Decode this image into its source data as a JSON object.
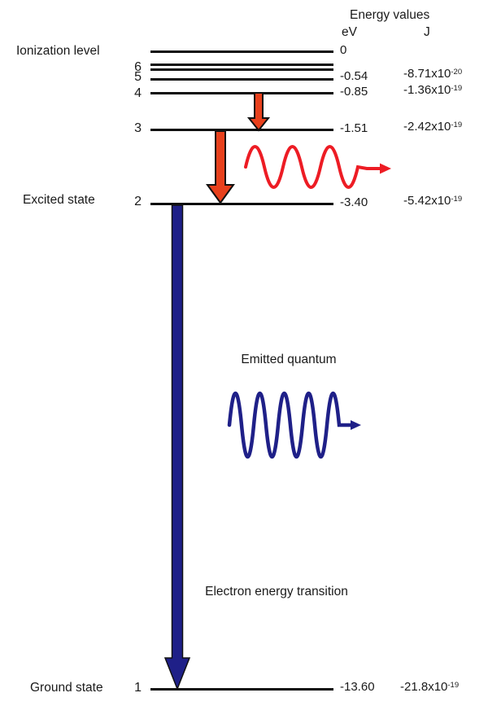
{
  "header": {
    "title": "Energy values",
    "col_ev": "eV",
    "col_j": "J"
  },
  "left_labels": {
    "ionization": "Ionization level",
    "excited": "Excited state",
    "ground": "Ground state"
  },
  "annotations": {
    "emitted_quantum": "Emitted quantum",
    "electron_transition": "Electron energy transition"
  },
  "levels": {
    "ionization": {
      "ev": "0"
    },
    "n6": {
      "label": "6"
    },
    "n5": {
      "label": "5",
      "ev": "-0.54",
      "j_base": "-8.71x10",
      "j_exp": "-20"
    },
    "n4": {
      "label": "4",
      "ev": "-0.85",
      "j_base": "-1.36x10",
      "j_exp": "-19"
    },
    "n3": {
      "label": "3",
      "ev": "-1.51",
      "j_base": "-2.42x10",
      "j_exp": "-19"
    },
    "n2": {
      "label": "2",
      "ev": "-3.40",
      "j_base": "-5.42x10",
      "j_exp": "-19"
    },
    "n1": {
      "label": "1",
      "ev": "-13.60",
      "j_base": "-21.8x10",
      "j_exp": "-19"
    }
  },
  "colors": {
    "level_line": "#0d0d0d",
    "arrow_red_fill": "#e8401c",
    "arrow_outline": "#111111",
    "wave_red": "#ed1c24",
    "blue": "#1f2088",
    "text": "#1a1a1a"
  }
}
